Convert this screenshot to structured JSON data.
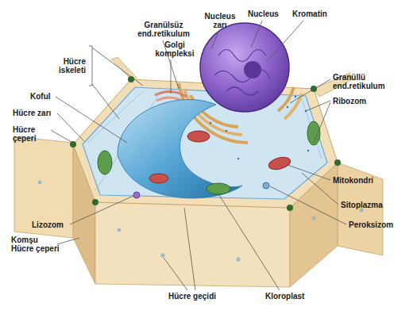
{
  "diagram": {
    "labels": [
      "Granülsüz end.retikulum",
      "Golgi kompleksi",
      "Nucleus zarı",
      "Nucleus",
      "Kromatin",
      "Hücre iskeleti",
      "Koful",
      "Hücre zarı",
      "Hücre çeperi",
      "Granüllü end.retikulum",
      "Ribozom",
      "Mitokondri",
      "Sitoplazma",
      "Peroksizom",
      "Lizozom",
      "Komşu Hücre çeperi",
      "Hücre geçidi",
      "Kloroplast"
    ]
  }
}
